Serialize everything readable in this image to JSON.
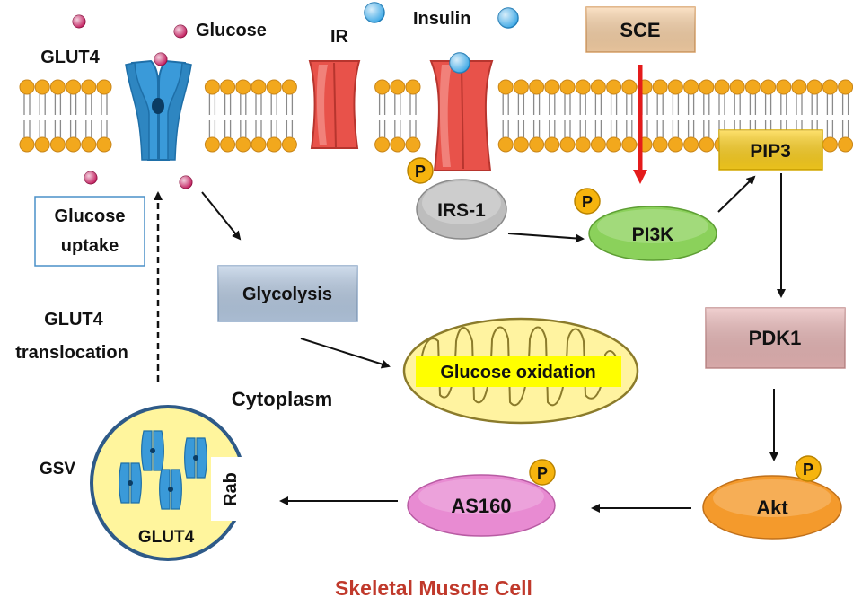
{
  "labels": {
    "glut4_top": "GLUT4",
    "glucose": "Glucose",
    "ir": "IR",
    "insulin": "Insulin",
    "sce": "SCE",
    "pip3": "PIP3",
    "irs1": "IRS-1",
    "pi3k": "PI3K",
    "glucose_uptake_line1": "Glucose",
    "glucose_uptake_line2": "uptake",
    "glycolysis": "Glycolysis",
    "translocation_line1": "GLUT4",
    "translocation_line2": "translocation",
    "glucose_oxidation": "Glucose oxidation",
    "cytoplasm": "Cytoplasm",
    "pdk1": "PDK1",
    "gsv": "GSV",
    "rab": "Rab",
    "glut4_vesicle": "GLUT4",
    "as160": "AS160",
    "akt": "Akt",
    "phospho": "P",
    "cell_title": "Skeletal Muscle Cell"
  },
  "colors": {
    "lipid_head": "#F2A81D",
    "lipid_tail": "#8a8a8a",
    "glut4": "#3A9AD9",
    "ir": "#E8524A",
    "insulin": "#3CA8E6",
    "glucose": "#C2185B",
    "sce_box": "#FAD3A8",
    "pip3_box": "#FFD21F",
    "irs1": "#BDBDBD",
    "pi3k": "#8BD15B",
    "glycolysis_box": "#B8CCE4",
    "mito_fill": "#FFF3A0",
    "mito_label_bg": "#FFFF00",
    "pdk1_box": "#E9B7B7",
    "akt": "#F49A2C",
    "as160": "#E88BD2",
    "gsv_fill": "#FFF59D",
    "phospho": "#F6B40E",
    "red_arrow": "#E41B1B",
    "title": "#C0392B"
  }
}
